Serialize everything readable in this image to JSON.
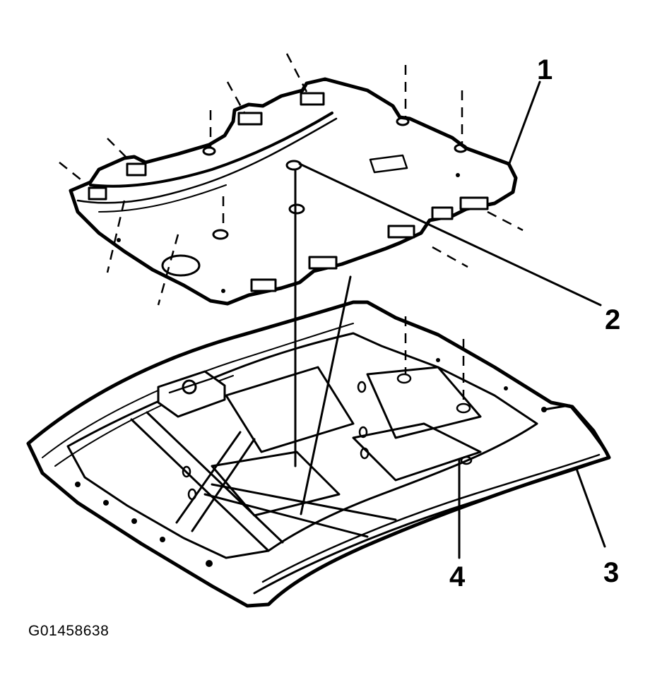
{
  "callouts": {
    "c1": "1",
    "c2": "2",
    "c3": "3",
    "c4": "4"
  },
  "figure_id": "G01458638",
  "colors": {
    "ink": "#000000",
    "background": "#ffffff"
  }
}
